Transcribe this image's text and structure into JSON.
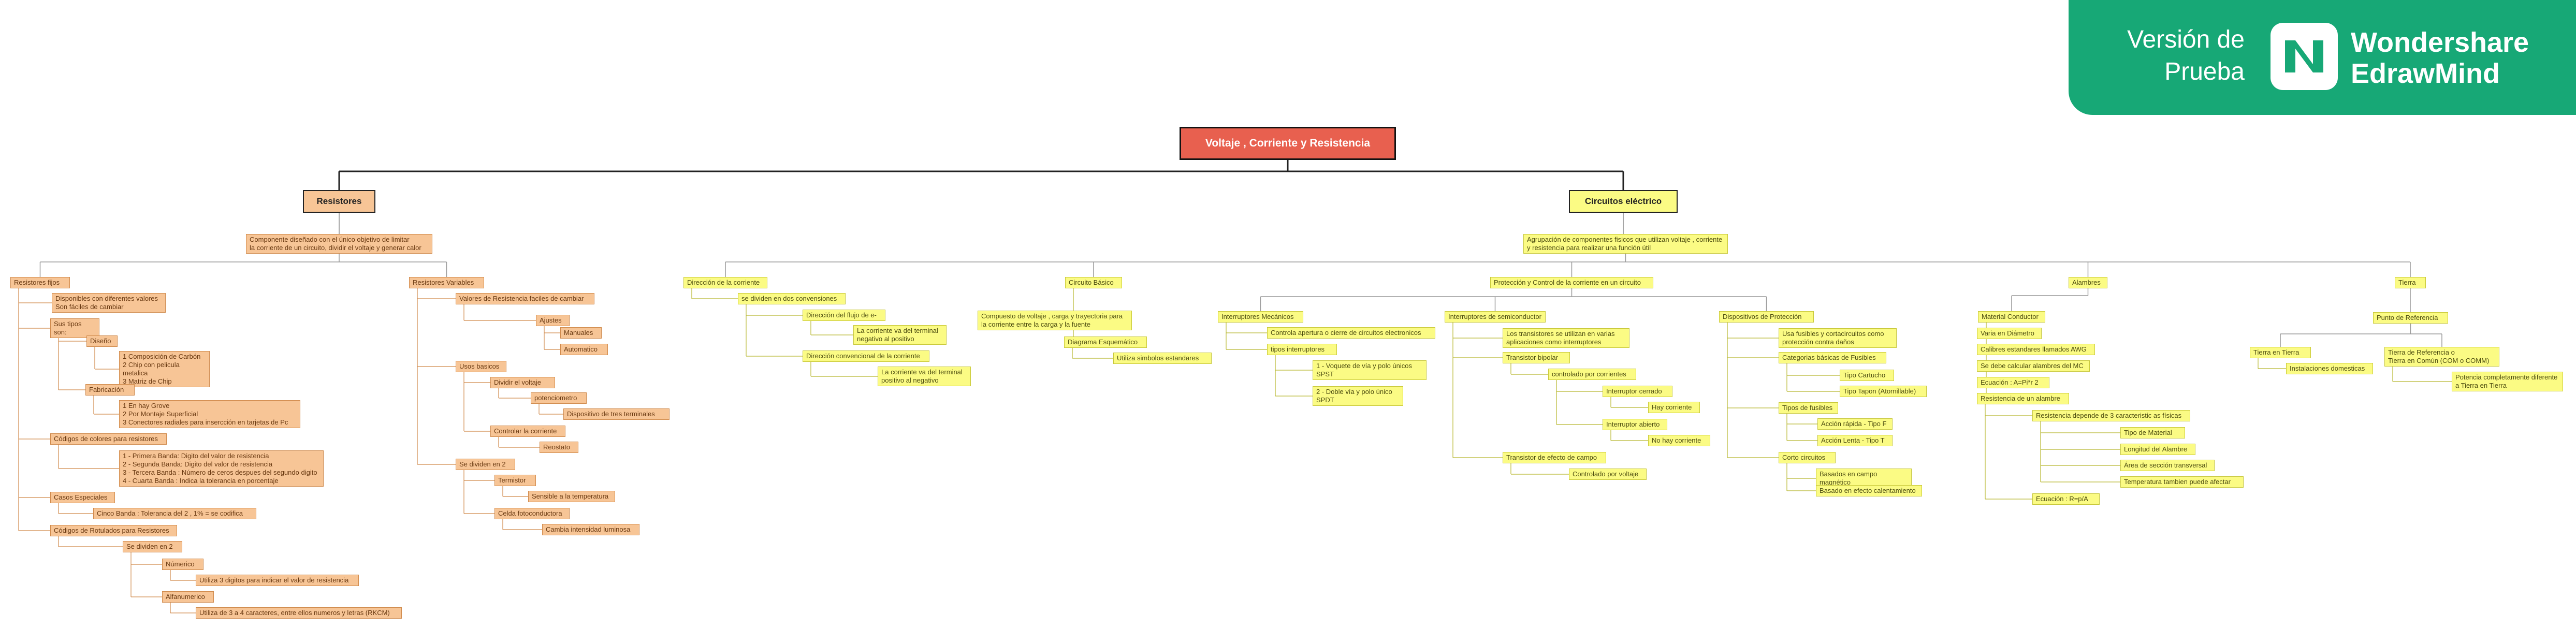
{
  "colors": {
    "root": "#e8604f",
    "orange": "#f7c596",
    "yellow": "#fbfb84",
    "line": "#444444",
    "badge": "#17a876"
  },
  "watermark": {
    "trial_text": "Versión de\nPrueba",
    "brand_text": "Wondershare\nEdrawMind",
    "logo_icon": "edrawmind-logo-icon"
  },
  "root": {
    "label": "Voltaje , Corriente y Resistencia"
  },
  "branches": {
    "resistores": {
      "label": "Resistores",
      "summary": "Componente diseñado con el único objetivo de limitar\nla corriente de un circuito, dividir el voltaje y generar calor",
      "fijos": {
        "label": "Resistores fijos",
        "disponibles": "Disponibles con diferentes valores\nSon fáciles de cambiar",
        "tipos": "Sus tipos son:",
        "diseno": "Diseño",
        "diseno_items": "1 Composición de Carbón\n2 Chip con pelicula metalica\n3 Matriz de Chip",
        "fabricacion": "Fabricación",
        "fabricacion_items": "1 En hay Grove\n2 Por Montaje Superficial\n3 Conectores radiales para insercción en tarjetas de Pc",
        "codigos": "Códigos de colores para resistores",
        "codigos_items": "1 - Primera Banda: Digito del valor de resistencia\n2 - Segunda Banda: Digito del valor de resistencia\n3 - Tercera Banda : Número de ceros despues del segundo digito\n4 - Cuarta Banda : Indica la tolerancia en porcentaje",
        "casos": "Casos Especiales",
        "casos_item": "Cinco Banda : Tolerancia del 2 , 1% = se codifica",
        "rotulados": "Códigos de Rotulados para Resistores",
        "dividen": "Se dividen en 2",
        "numerico": "Númerico",
        "numerico_item": "Utiliza 3 digitos para indicar el valor de resistencia",
        "alfanumerico": "Alfanumerico",
        "alfanumerico_item": "Utiliza de 3 a 4 caracteres, entre ellos numeros y letras (RKCM)"
      },
      "variables": {
        "label": "Resistores Variables",
        "valores": "Valores de Resistencia faciles de cambiar",
        "ajustes": "Ajustes",
        "manuales": "Manuales",
        "automatico": "Automatico",
        "usos": "Usos basicos",
        "dividir": "Dividir el voltaje",
        "potenciometro": "potenciometro",
        "dispositivo": "Dispositivo de tres terminales",
        "controlar": "Controlar la corriente",
        "reostato": "Reostato",
        "dividen": "Se dividen en 2",
        "termistor": "Termistor",
        "sensible": "Sensible a la temperatura",
        "celda": "Celda fotoconductora",
        "cambia": "Cambia intensidad luminosa"
      }
    },
    "circuitos": {
      "label": "Circuitos eléctrico",
      "summary": "Agrupación de componentes fisicos que utilizan voltaje , corriente\ny resistencia para realizar una función útil",
      "direccion": {
        "label": "Dirección de la corriente",
        "dividen": "se dividen en dos convensiones",
        "flujo": "Dirección del flujo de e-",
        "flujo_item": "La corriente va del terminal\nnegativo al positivo",
        "convencional": "Dirección convencional de la corriente",
        "convencional_item": "La corriente va del terminal\npositivo al negativo"
      },
      "basico": {
        "label": "Circuito Básico",
        "compuesto": "Compuesto de voltaje , carga y trayectoria para\nla corriente entre la carga y la fuente",
        "diagrama": "Diagrama Esquemático",
        "simbolos": "Utiliza simbolos estandares"
      },
      "proteccion": {
        "label": "Protección y Control de la corriente en un circuito",
        "mecanicos": "Interruptores Mecánicos",
        "mecanicos_item": "Controla apertura o cierre de circuitos electronicos",
        "tipos": "tipos interruptores",
        "tipo1": "1 - Voquete de vía y polo únicos\nSPST",
        "tipo2": "2 - Doble vía y polo único\nSPDT",
        "semiconductor": "Interruptores de semiconductor",
        "transistores": "Los transistores se utilizan en varias\naplicaciones como interruptores",
        "bipolar": "Transistor bipolar",
        "controlado": "controlado por corrientes",
        "cerrado": "Interruptor cerrado",
        "hay": "Hay corriente",
        "abierto": "Interruptor abierto",
        "no_hay": "No hay corriente",
        "efecto": "Transistor de efecto de campo",
        "voltaje": "Controlado por voltaje",
        "dispositivos": "Dispositivos de Protección",
        "fusibles": "Usa fusibles y cortacircuitos como\nprotección contra daños",
        "categorias": "Categorias básicas de Fusibles",
        "cartucho": "Tipo Cartucho",
        "tapon": "Tipo Tapon (Atornillable)",
        "tipos_fusibles": "Tipos de fusibles",
        "rapida": "Acción rápida - Tipo F",
        "lenta": "Acción Lenta - Tipo T",
        "corto": "Corto circuitos",
        "campo": "Basados en campo magnético",
        "efecto_cal": "Basado en efecto calentamiento"
      },
      "material": {
        "label": "Material Conductor",
        "varia": "Varia en Diámetro",
        "calibres": "Calibres estandares llamados AWG",
        "calcular": "Se debe calcular alambres del MC",
        "ecuacion": "Ecuación : A=Pi*r 2",
        "resistencia": "Resistencia de un alambre",
        "depende": "Resistencia depende de 3 caracteristic as físicas",
        "tipo_material": "Tipo de Material",
        "longitud": "Longitud del Alambre",
        "area": "Área de sección transversal",
        "temperatura": "Temperatura tambien puede afectar",
        "ecuacion_r": "Ecuación : R=p/A"
      },
      "alambres": {
        "label": "Alambres"
      },
      "tierra": {
        "label": "Tierra",
        "punto": "Punto de Referencia",
        "tierra": "Tierra en Tierra",
        "instalaciones": "Instalaciones domesticas",
        "referencia": "Tierra de Referencia o\nTierra en Común (COM o COMM)",
        "potencial": "Potencia completamente diferente\na Tierra en Tierra"
      }
    }
  }
}
